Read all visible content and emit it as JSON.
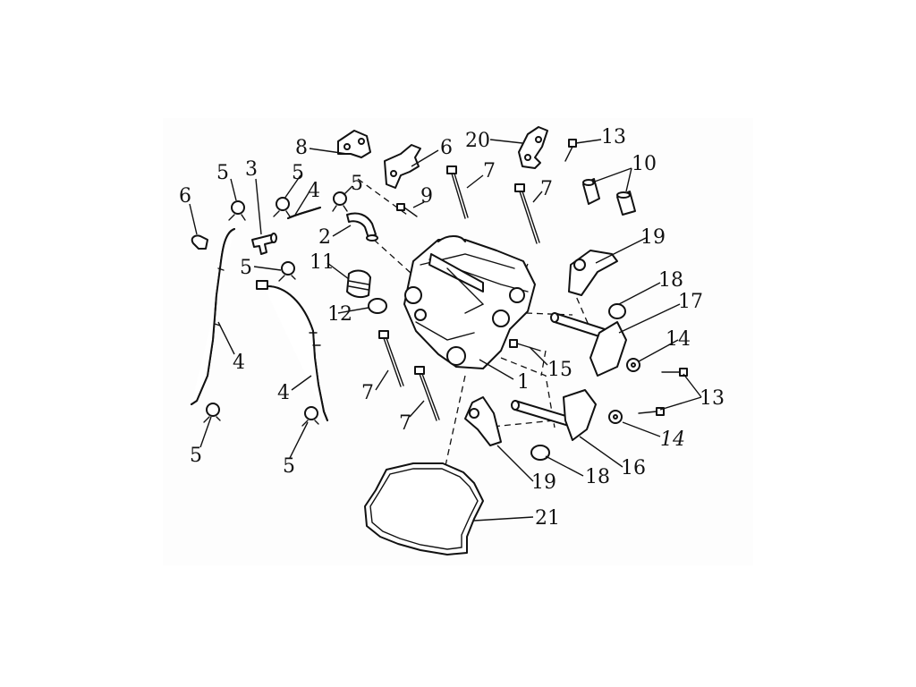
{
  "diagram": {
    "callouts": [
      {
        "id": "1",
        "text": "1"
      },
      {
        "id": "2",
        "text": "2"
      },
      {
        "id": "3",
        "text": "3"
      },
      {
        "id": "4a",
        "text": "4"
      },
      {
        "id": "4b",
        "text": "4"
      },
      {
        "id": "4c",
        "text": "4"
      },
      {
        "id": "5a",
        "text": "5"
      },
      {
        "id": "5b",
        "text": "5"
      },
      {
        "id": "5c",
        "text": "5"
      },
      {
        "id": "5d",
        "text": "5"
      },
      {
        "id": "5e",
        "text": "5"
      },
      {
        "id": "5f",
        "text": "5"
      },
      {
        "id": "6a",
        "text": "6"
      },
      {
        "id": "6b",
        "text": "6"
      },
      {
        "id": "7a",
        "text": "7"
      },
      {
        "id": "7b",
        "text": "7"
      },
      {
        "id": "7c",
        "text": "7"
      },
      {
        "id": "7d",
        "text": "7"
      },
      {
        "id": "8",
        "text": "8"
      },
      {
        "id": "9",
        "text": "9"
      },
      {
        "id": "10",
        "text": "10"
      },
      {
        "id": "11",
        "text": "11"
      },
      {
        "id": "12",
        "text": "12"
      },
      {
        "id": "13a",
        "text": "13"
      },
      {
        "id": "13b",
        "text": "13"
      },
      {
        "id": "14a",
        "text": "14"
      },
      {
        "id": "14b",
        "text": "14"
      },
      {
        "id": "15",
        "text": "15"
      },
      {
        "id": "16",
        "text": "16"
      },
      {
        "id": "17",
        "text": "17"
      },
      {
        "id": "18a",
        "text": "18"
      },
      {
        "id": "18b",
        "text": "18"
      },
      {
        "id": "19a",
        "text": "19"
      },
      {
        "id": "19b",
        "text": "19"
      },
      {
        "id": "20",
        "text": "20"
      },
      {
        "id": "21",
        "text": "21"
      }
    ]
  }
}
